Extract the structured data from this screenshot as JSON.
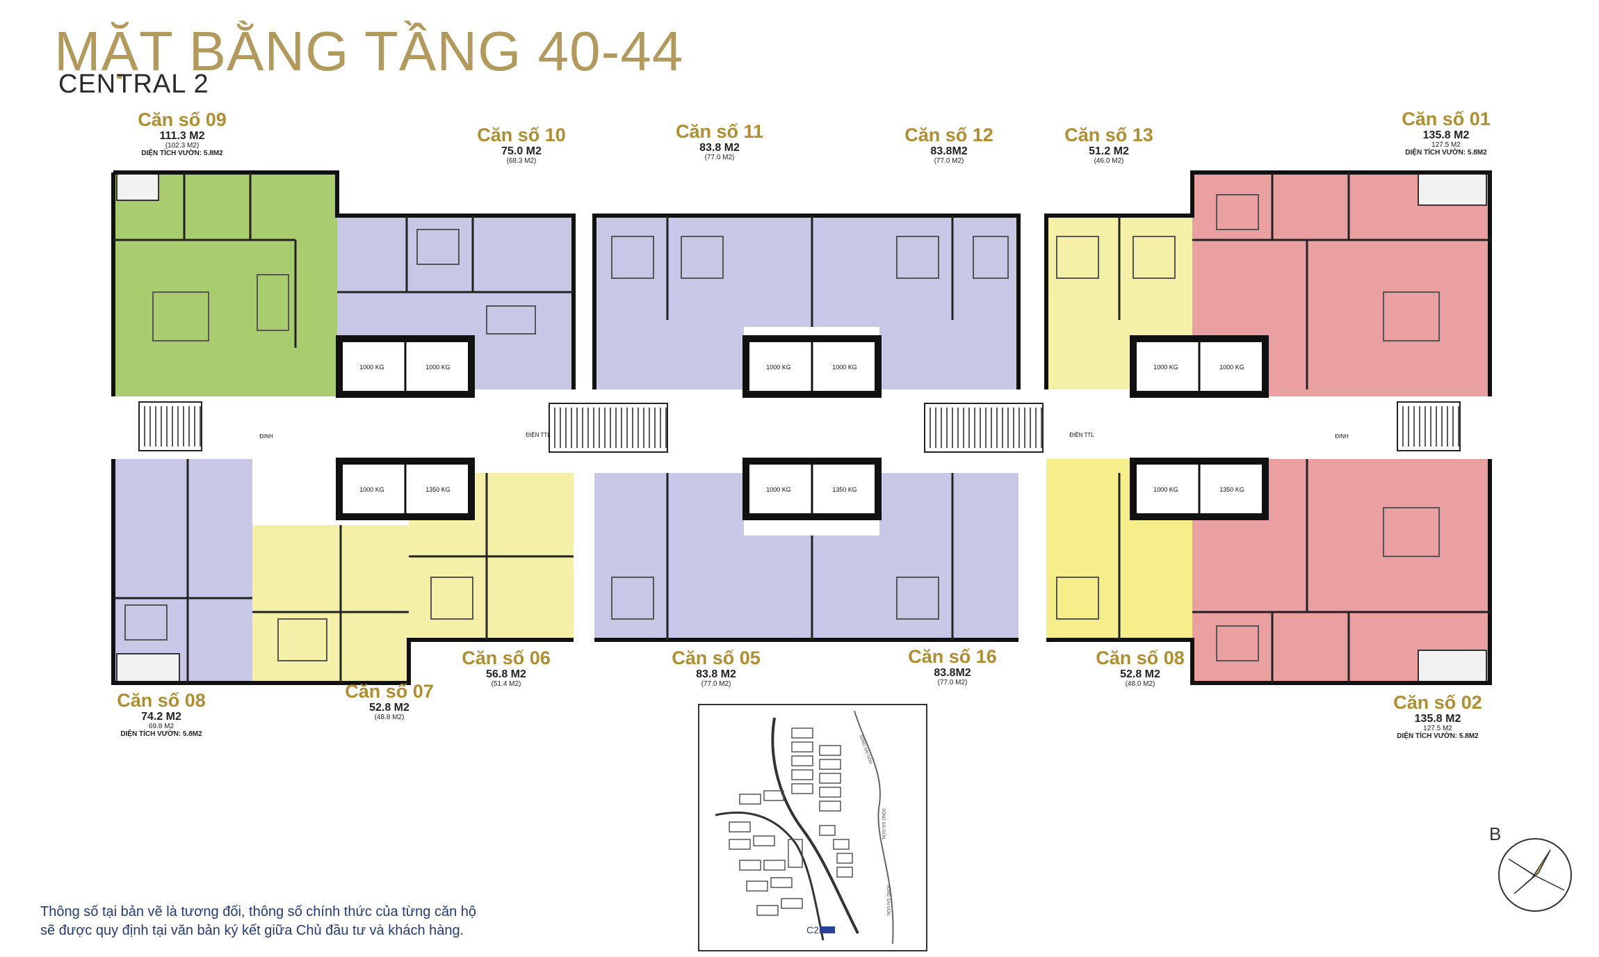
{
  "header": {
    "title": "MẶT BẰNG TẦNG 40-44",
    "subtitle": "CENTRAL 2"
  },
  "apartments": [
    {
      "id": "09t",
      "name": "Căn số 09",
      "area": "111.3 M2",
      "net": "(102.3 M2)",
      "garden": "DIỆN TÍCH VƯỜN: 5.8M2",
      "color": "#a8cc6e"
    },
    {
      "id": "10",
      "name": "Căn số 10",
      "area": "75.0 M2",
      "net": "(68.3 M2)",
      "garden": "",
      "color": "#c8c8e6"
    },
    {
      "id": "11",
      "name": "Căn số 11",
      "area": "83.8 M2",
      "net": "(77.0 M2)",
      "garden": "",
      "color": "#c8c8e6"
    },
    {
      "id": "12",
      "name": "Căn số 12",
      "area": "83.8M2",
      "net": "(77.0 M2)",
      "garden": "",
      "color": "#c8c8e6"
    },
    {
      "id": "13",
      "name": "Căn số 13",
      "area": "51.2 M2",
      "net": "(46.0 M2)",
      "garden": "",
      "color": "#f5f0a8"
    },
    {
      "id": "01",
      "name": "Căn số 01",
      "area": "135.8 M2",
      "net": "127.5 M2",
      "garden": "DIỆN TÍCH VƯỜN: 5.8M2",
      "color": "#eaa0a0"
    },
    {
      "id": "08l",
      "name": "Căn số 08",
      "area": "74.2 M2",
      "net": "69.8 M2",
      "garden": "DIỆN TÍCH VƯỜN: 5.8M2",
      "color": "#c8c8e6"
    },
    {
      "id": "07",
      "name": "Căn số 07",
      "area": "52.8 M2",
      "net": "(48.8 M2)",
      "garden": "",
      "color": "#f5f0a8"
    },
    {
      "id": "06",
      "name": "Căn số 06",
      "area": "56.8 M2",
      "net": "(51.4 M2)",
      "garden": "",
      "color": "#f5f0a8"
    },
    {
      "id": "05",
      "name": "Căn số 05",
      "area": "83.8 M2",
      "net": "(77.0 M2)",
      "garden": "",
      "color": "#c8c8e6"
    },
    {
      "id": "16",
      "name": "Căn số 16",
      "area": "83.8M2",
      "net": "(77.0 M2)",
      "garden": "",
      "color": "#c8c8e6"
    },
    {
      "id": "08r",
      "name": "Căn số 08",
      "area": "52.8 M2",
      "net": "(48.0 M2)",
      "garden": "",
      "color": "#f5ee8a"
    },
    {
      "id": "02",
      "name": "Căn số 02",
      "area": "135.8 M2",
      "net": "127.5 M2",
      "garden": "DIỆN TÍCH VƯỜN: 5.8M2",
      "color": "#eaa0a0"
    }
  ],
  "elevators": {
    "top": [
      "1000 KG",
      "1000 KG",
      "1000 KG",
      "1000 KG",
      "1000 KG",
      "1000 KG"
    ],
    "bottom": [
      "1000 KG",
      "1350 KG",
      "1000 KG",
      "1350 KG",
      "1000 KG",
      "1350 KG"
    ]
  },
  "labels": {
    "dien": "ĐIỆN TTL",
    "dinh": "ĐINH",
    "compass": "B",
    "site_block": "C2"
  },
  "site_map": {
    "river_top": "SÔNG SÀI GÒN",
    "river_mid": "SÔNG SÀI GÒN",
    "river_bottom": "SÔNG SÀI GÒN"
  },
  "note": {
    "line1": "Thông số tại bản vẽ là tương đối, thông số chính thức của từng căn hộ",
    "line2": "sẽ được quy định tại văn bản ký kết giữa Chủ đầu tư và khách hàng."
  },
  "colors": {
    "title": "#b29a5c",
    "label": "#b08d2e",
    "wall": "#111111",
    "note": "#243a7a"
  }
}
